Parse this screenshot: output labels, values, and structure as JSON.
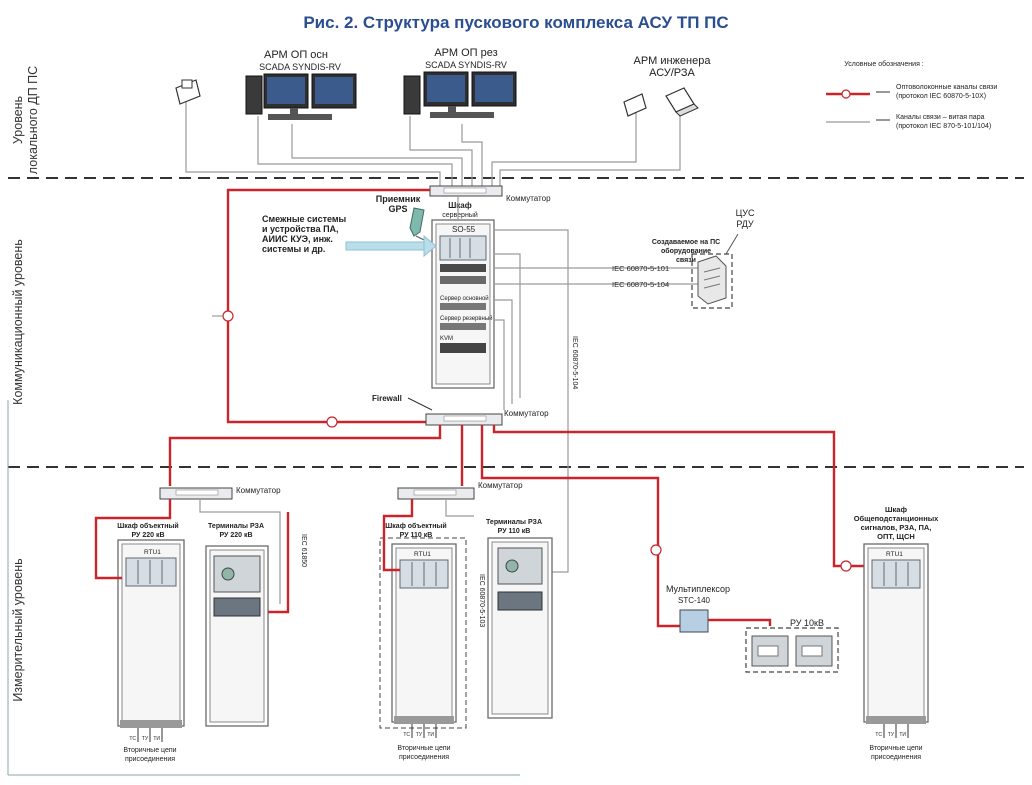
{
  "title": "Рис. 2. Структура пускового комплекса АСУ ТП ПС",
  "levels": {
    "top": "Уровень локального ДП ПС",
    "top_line1": "Уровень",
    "top_line2": "локального ДП ПС",
    "middle": "Коммуникационный уровень",
    "bottom": "Измерительный уровень"
  },
  "workstations": {
    "arm_main_1": "АРМ ОП осн",
    "arm_main_2": "SCADA SYNDIS-RV",
    "arm_reserve_1": "АРМ ОП рез",
    "arm_reserve_2": "SCADA SYNDIS-RV",
    "arm_engineer_1": "АРМ инженера",
    "arm_engineer_2": "АСУ/РЗА"
  },
  "legend": {
    "heading": "Условные обозначения :",
    "fiber_1": "Оптоволоконные каналы связи",
    "fiber_2": "(протокол IEC 60870-5-10X)",
    "twisted_1": "Каналы связи – витая пара",
    "twisted_2": "(протокол IEC 870-5-101/104)"
  },
  "comm": {
    "switch_top": "Коммутатор",
    "switch_mid": "Коммутатор",
    "gps_1": "Приемник",
    "gps_2": "GPS",
    "cabinet_1": "Шкаф",
    "cabinet_2": "серверный",
    "so55": "SO-55",
    "server_main": "Сервер основной",
    "server_reserve": "Сервер резервный",
    "kvm": "KVM",
    "adjacent_1": "Смежные системы",
    "adjacent_2": "и устройства ПА,",
    "adjacent_3": "АИИС КУЭ, инж.",
    "adjacent_4": "системы и др.",
    "iec101": "IEC 60870-5-101",
    "iec104": "IEC 60870-5-104",
    "equip_1": "Создаваемое на ПС",
    "equip_2": "оборудование",
    "equip_3": "связи",
    "cus_1": "ЦУС",
    "cus_2": "РДУ",
    "iec_vertical": "IEC 60870-5-104",
    "firewall": "Firewall"
  },
  "field": {
    "switch_left": "Коммутатор",
    "switch_center": "Коммутатор",
    "cab220_1": "Шкаф объектный",
    "cab220_2": "РУ 220 кВ",
    "rtu": "RTU1",
    "term220_1": "Терминалы РЗА",
    "term220_2": "РУ 220 кВ",
    "iec61850": "IEC 61850",
    "cab110_1": "Шкаф объектный",
    "cab110_2": "РУ 110 кВ",
    "term110_1": "Терминалы РЗА",
    "term110_2": "РУ 110 кВ",
    "iec103": "IEC 60870-5-103",
    "mux_1": "Мультиплексор",
    "mux_2": "STC-140",
    "ru10": "РУ 10кВ",
    "common_1": "Шкаф",
    "common_2": "Общеподстанционных",
    "common_3": "сигналов, РЗА, ПА,",
    "common_4": "ОПТ, ЩСН",
    "sec_1": "Вторичные цепи",
    "sec_2": "присоединения",
    "tc": "ТС",
    "tu": "ТУ",
    "ti": "ТИ"
  },
  "colors": {
    "title": "#2a4e8f",
    "fiber": "#c9252b",
    "twisted": "#9a9a9a",
    "level_divider": "#333333"
  }
}
